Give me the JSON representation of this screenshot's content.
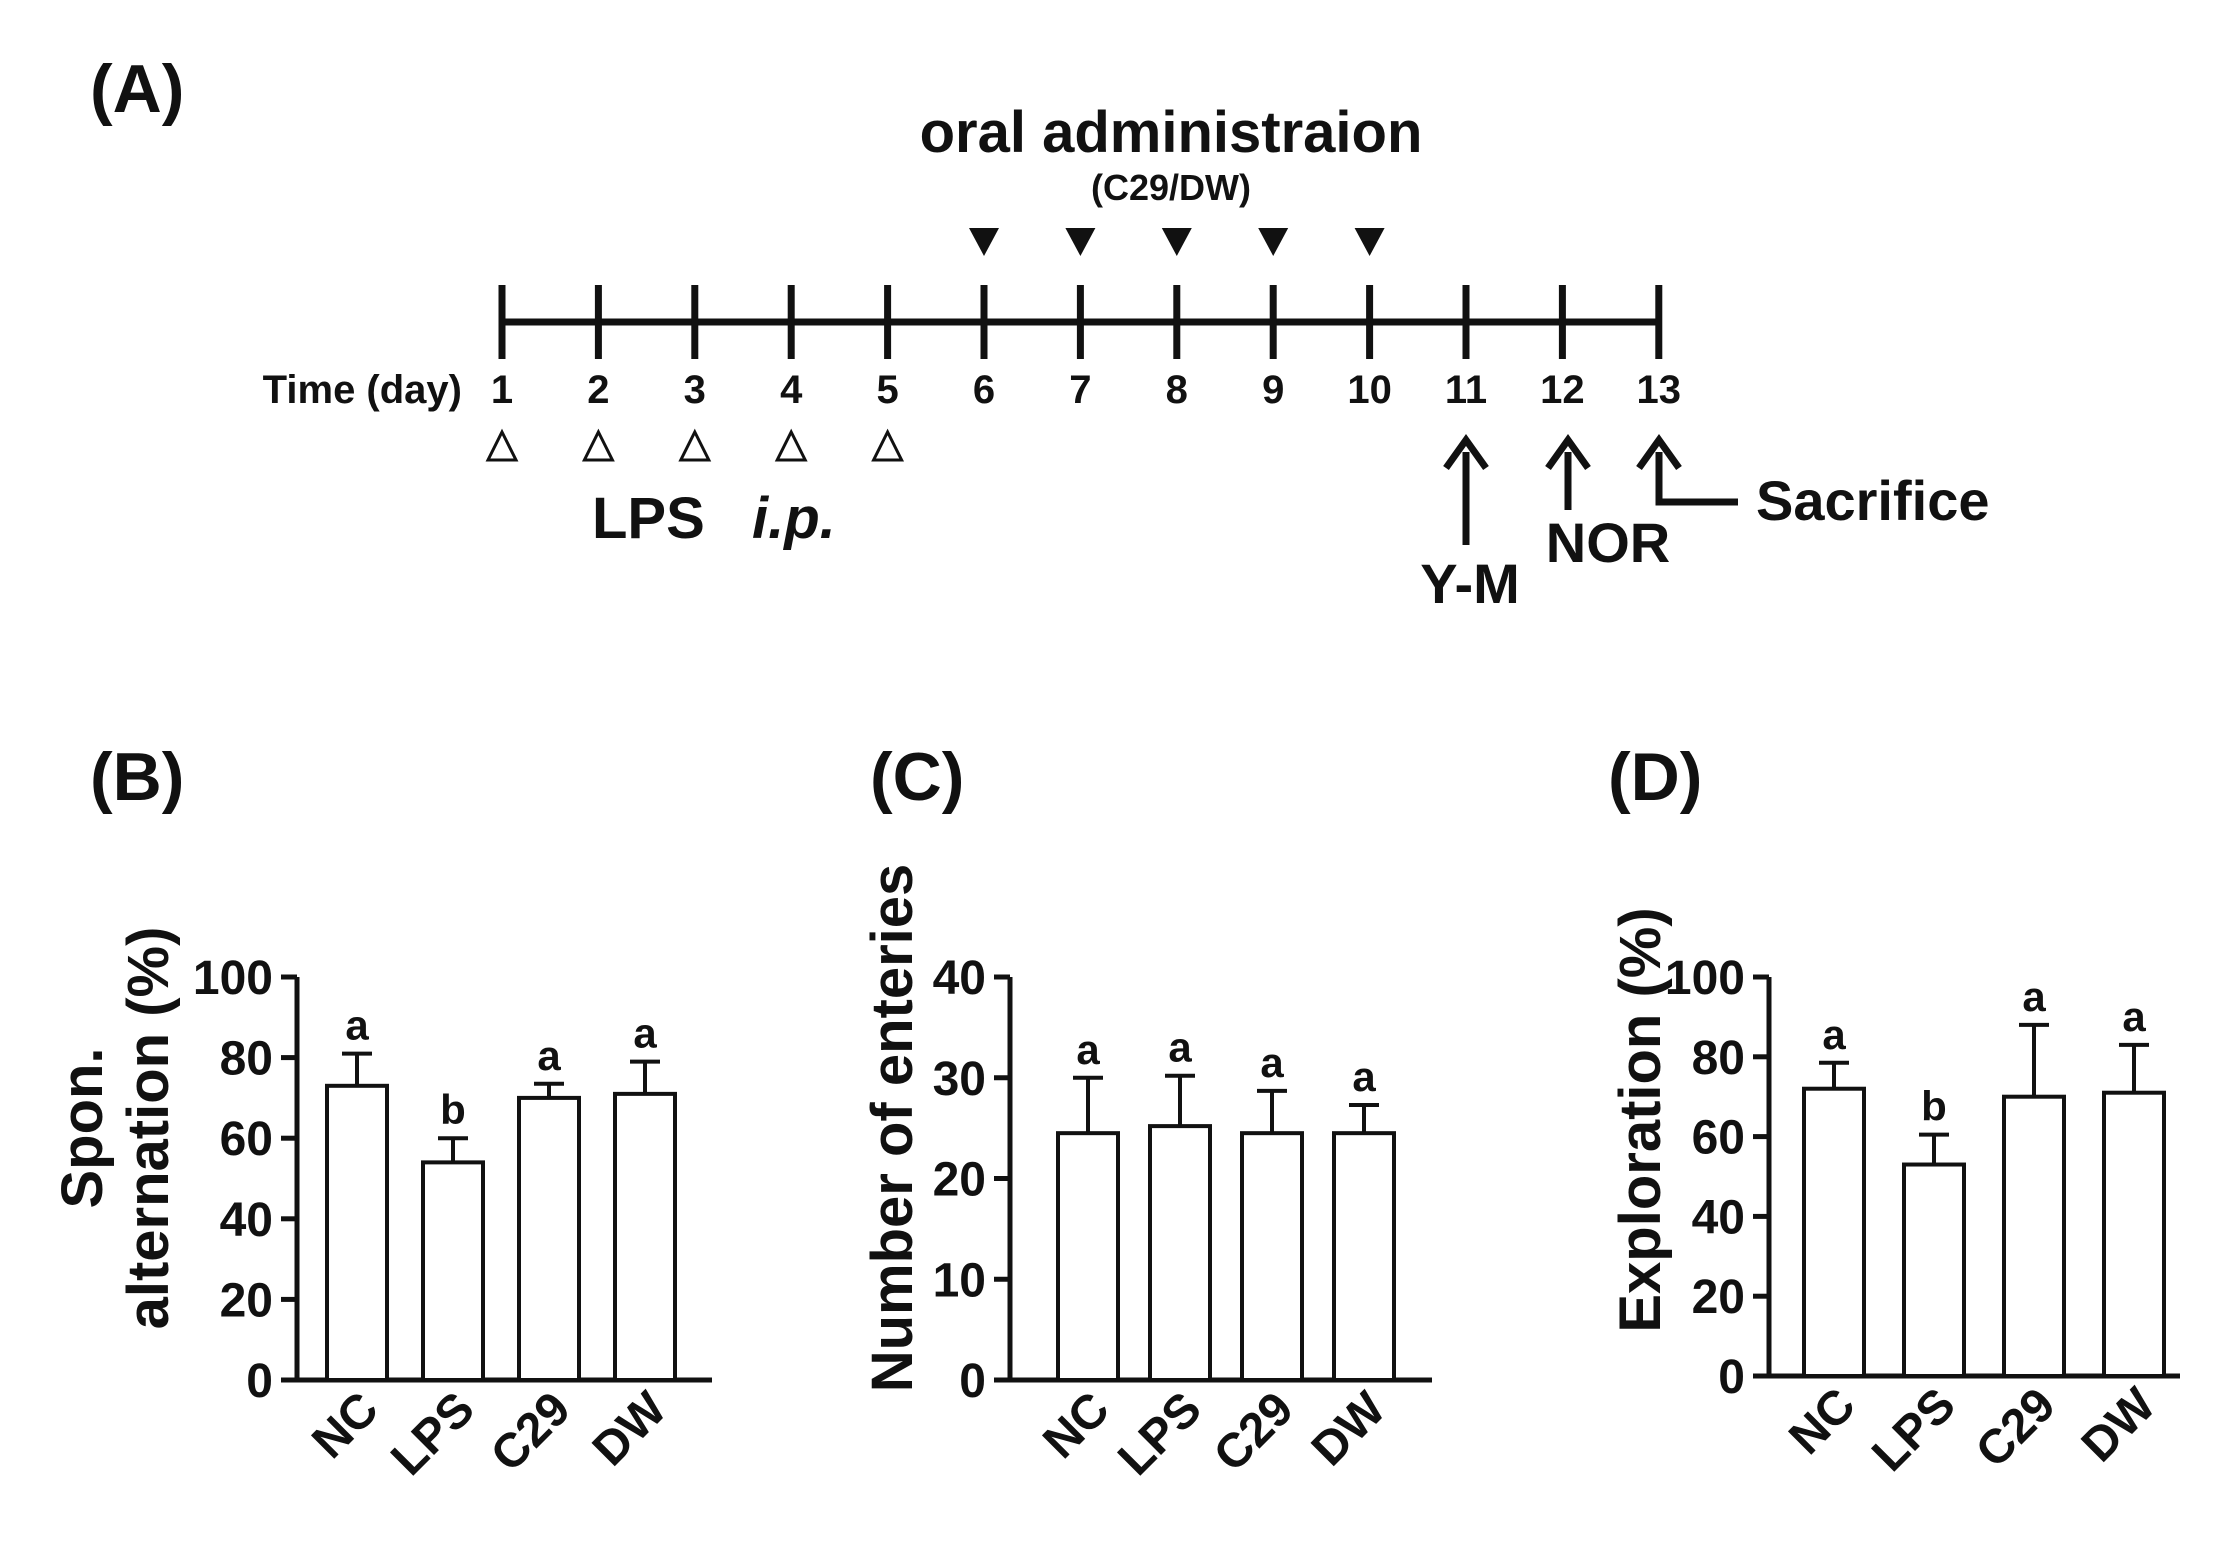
{
  "colors": {
    "ink": "#111111",
    "bar_fill": "#ffffff",
    "background": "#ffffff"
  },
  "timeline": {
    "panel_label": "(A)",
    "title": "oral administraion",
    "subtitle": "(C29/DW)",
    "time_label": "Time (day)",
    "days": [
      "1",
      "2",
      "3",
      "4",
      "5",
      "6",
      "7",
      "8",
      "9",
      "10",
      "11",
      "12",
      "13"
    ],
    "lps_days": [
      1,
      2,
      3,
      4,
      5
    ],
    "oral_days": [
      6,
      7,
      8,
      9,
      10
    ],
    "lps_label": "LPS",
    "lps_route": "i.p.",
    "tests": {
      "ym_label": "Y-M",
      "ym_day": 11,
      "nor_label": "NOR",
      "nor_day": 12,
      "sacrifice_label": "Sacrifice",
      "sacrifice_day": 13
    }
  },
  "panels": {
    "B": {
      "label": "(B)",
      "ylabel_line1": "Spon.",
      "ylabel_line2": "alternation (%)"
    },
    "C": {
      "label": "(C)",
      "ylabel_line1": "Number of enteries",
      "ylabel_line2": ""
    },
    "D": {
      "label": "(D)",
      "ylabel_line1": "Exploration (%)",
      "ylabel_line2": ""
    }
  },
  "chart_data": [
    {
      "panel": "B",
      "type": "bar",
      "categories": [
        "NC",
        "LPS",
        "C29",
        "DW"
      ],
      "values": [
        73,
        54,
        70,
        71
      ],
      "errors": [
        8,
        6,
        3.5,
        8
      ],
      "letters": [
        "a",
        "b",
        "a",
        "a"
      ],
      "ylabel": "Spon. alternation (%)",
      "ylim": [
        0,
        100
      ],
      "yticks": [
        "0",
        "20",
        "40",
        "60",
        "80",
        "100"
      ],
      "ytick_values": [
        0,
        20,
        40,
        60,
        80,
        100
      ]
    },
    {
      "panel": "C",
      "type": "bar",
      "categories": [
        "NC",
        "LPS",
        "C29",
        "DW"
      ],
      "values": [
        24.5,
        25.2,
        24.5,
        24.5
      ],
      "errors": [
        5.5,
        5,
        4.2,
        2.8
      ],
      "letters": [
        "a",
        "a",
        "a",
        "a"
      ],
      "ylabel": "Number of enteries",
      "ylim": [
        0,
        40
      ],
      "yticks": [
        "0",
        "10",
        "20",
        "30",
        "40"
      ],
      "ytick_values": [
        0,
        10,
        20,
        30,
        40
      ]
    },
    {
      "panel": "D",
      "type": "bar",
      "categories": [
        "NC",
        "LPS",
        "C29",
        "DW"
      ],
      "values": [
        72,
        53,
        70,
        71
      ],
      "errors": [
        6.5,
        7.5,
        18,
        12
      ],
      "letters": [
        "a",
        "b",
        "a",
        "a"
      ],
      "ylabel": "Exploration (%)",
      "ylim": [
        0,
        100
      ],
      "yticks": [
        "0",
        "20",
        "40",
        "60",
        "80",
        "100"
      ],
      "ytick_values": [
        0,
        20,
        40,
        60,
        80,
        100
      ]
    }
  ]
}
